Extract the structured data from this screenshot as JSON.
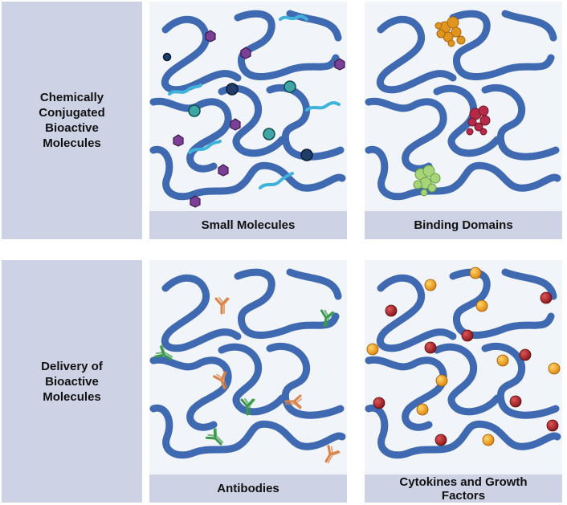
{
  "rows": [
    {
      "label": "Chemically Conjugated Bioactive Molecules"
    },
    {
      "label": "Delivery of Bioactive Molecules"
    }
  ],
  "panels": [
    {
      "caption": "Small Molecules"
    },
    {
      "caption": "Binding Domains"
    },
    {
      "caption": "Antibodies"
    },
    {
      "caption": "Cytokines and Growth Factors"
    }
  ],
  "colors": {
    "label_bg": "#cdd2e5",
    "panel_bg": "#f1f4f8",
    "polymer": "#3f69b0",
    "teal_sphere": "#3ea6a3",
    "navy_sphere": "#1f3d6b",
    "purple_hex": "#7b3f98",
    "cyan_strand": "#3fb3dc",
    "antibody_orange": "#d8844a",
    "antibody_green": "#3c9a4c",
    "cytokine_orange": "#f0a020",
    "cytokine_red": "#b02a30"
  }
}
